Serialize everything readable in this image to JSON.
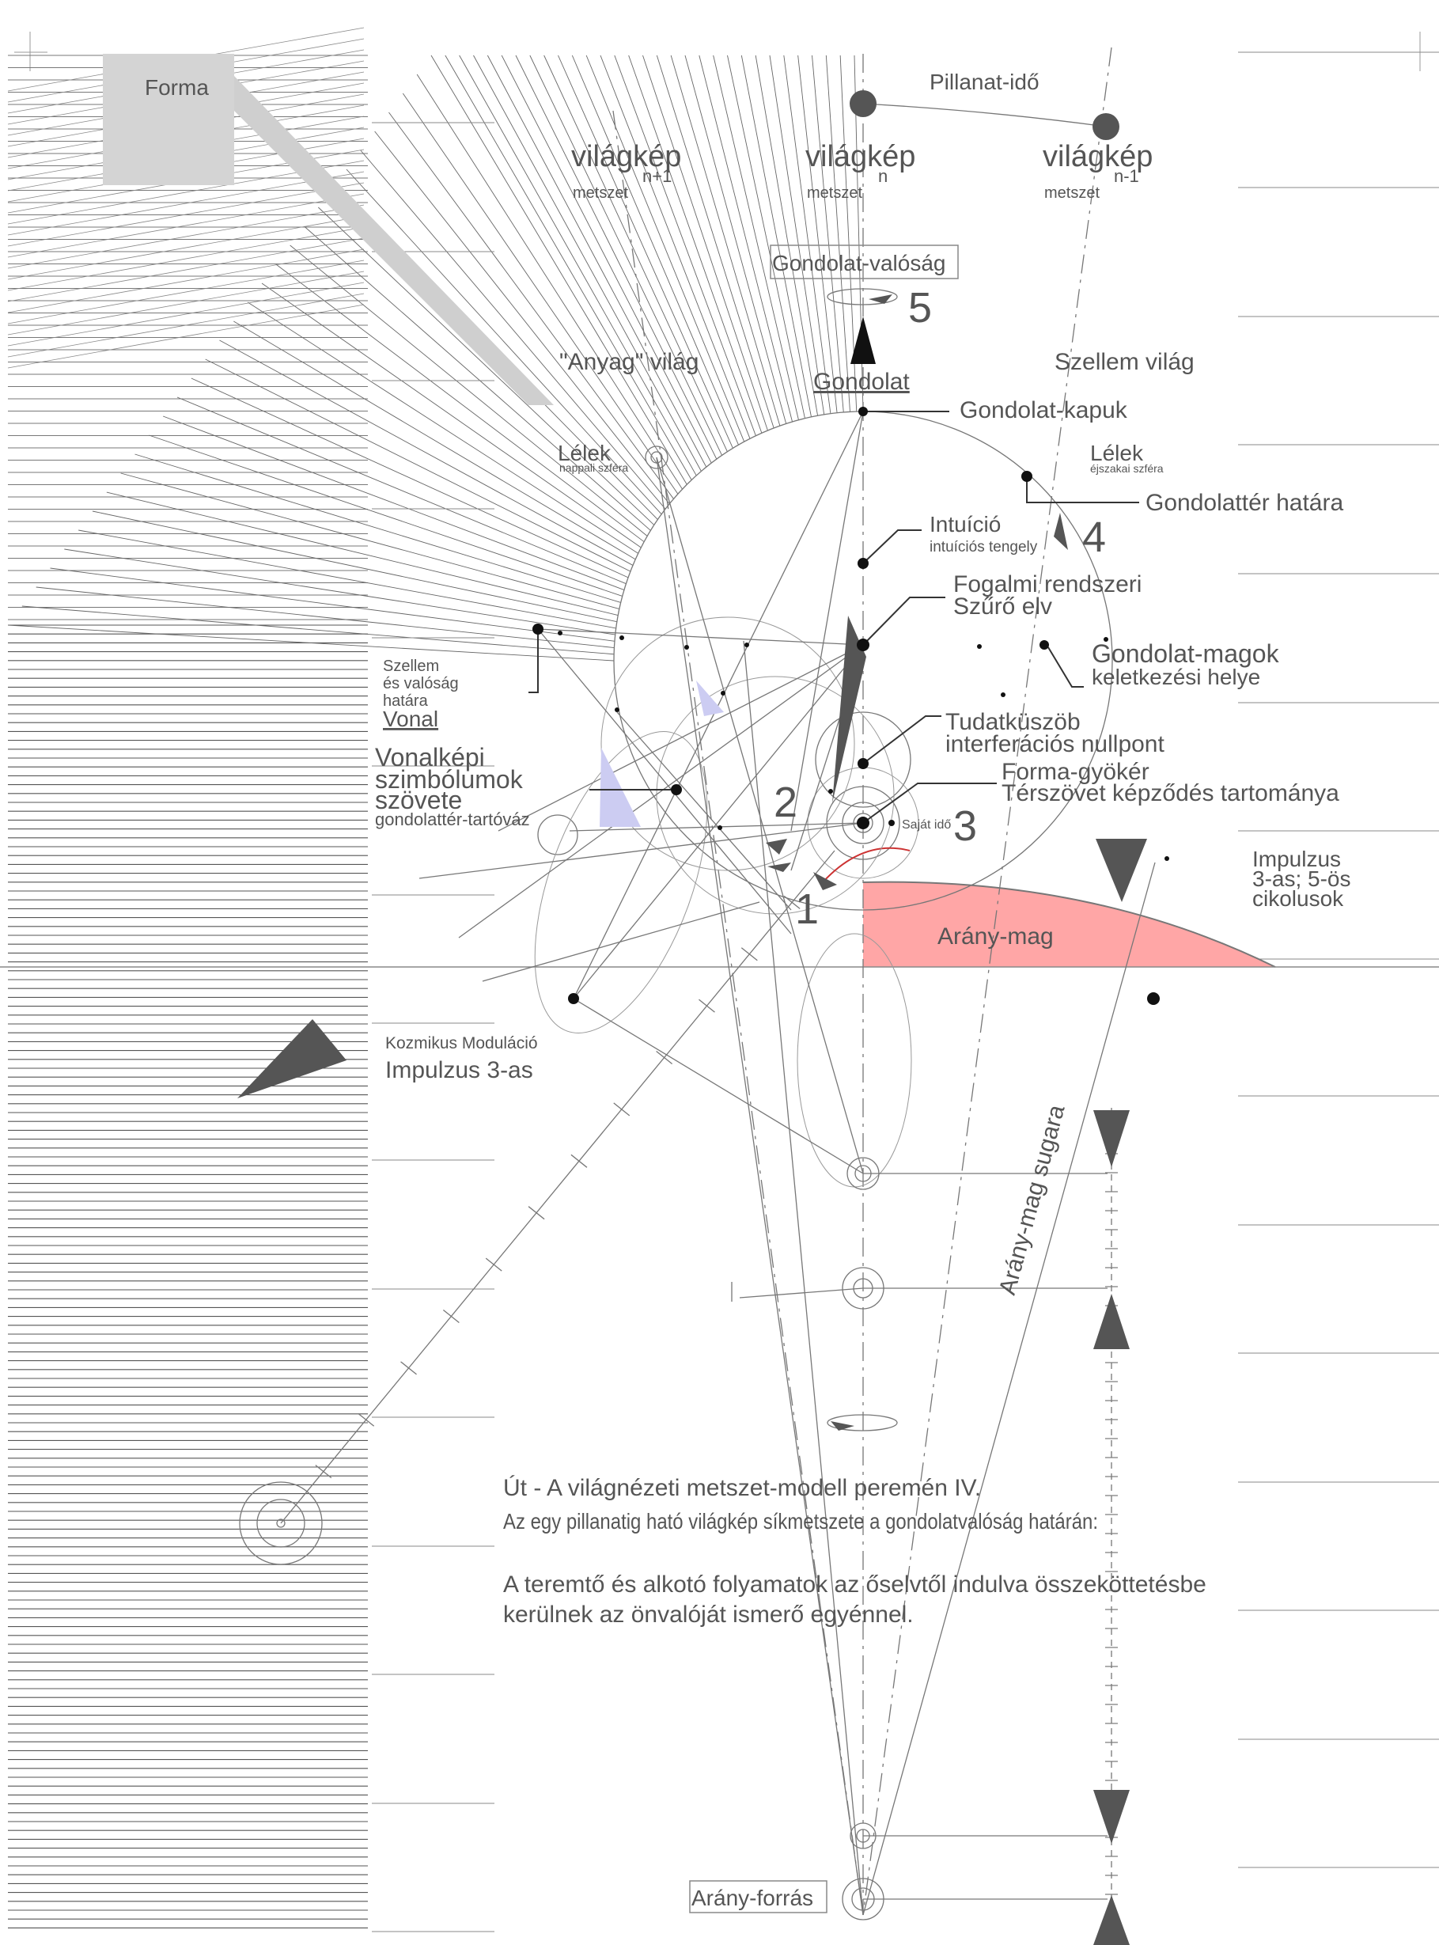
{
  "labels": {
    "forma": "Forma",
    "pillanat_ido": "Pillanat-idő",
    "vilagkep_a": "világkép",
    "sub_a": "n+1",
    "metszet_a": "metszet",
    "vilagkep_b": "világkép",
    "sub_b": "n",
    "metszet_b": "metszet",
    "vilagkep_c": "világkép",
    "sub_c": "n-1",
    "metszet_c": "metszet",
    "gondolat_valosag": "Gondolat-valóság",
    "num_5": "5",
    "anyag_vilag": "\"Anyag\" világ",
    "gondolat": "Gondolat",
    "szellem_vilag": "Szellem világ",
    "gondolat_kapuk": "Gondolat-kapuk",
    "lelek_left": "Lélek",
    "lelek_left_sub": "nappali szféra",
    "lelek_right": "Lélek",
    "lelek_right_sub": "éjszakai szféra",
    "gondolatter_hatara": "Gondolattér határa",
    "intuicio": "Intuíció",
    "intuicio_sub": "intuíciós tengely",
    "num_4": "4",
    "fogalmi_1": "Fogalmi rendszeri",
    "fogalmi_2": "Szűrő elv",
    "gondolat_magok_1": "Gondolat-magok",
    "gondolat_magok_2": "keletkezési helye",
    "szellem_1": "Szellem",
    "szellem_2": "és valóság",
    "szellem_3": "határa",
    "vonal": "Vonal",
    "tudatkuszob_1": "Tudatküszöb",
    "tudatkuszob_2": "interferációs nullpont",
    "vonalkepi_1": "Vonalképi",
    "vonalkepi_2": "szimbólumok",
    "vonalkepi_3": "szövete",
    "vonalkepi_4": "gondolattér-tartóváz",
    "forma_gyoker_1": "Forma-gyökér",
    "forma_gyoker_2": "Térszövet képződés tartománya",
    "num_2": "2",
    "num_3": "3",
    "sajat_ido": "Saját idő",
    "num_1": "1",
    "impulzus_1": "Impulzus",
    "impulzus_2": "3-as; 5-ös",
    "impulzus_3": "cikolusok",
    "arany_mag": "Arány-mag",
    "kozmikus": "Kozmikus Moduláció",
    "impulzus_3as": "Impulzus 3-as",
    "arany_mag_sugara": "Arány-mag sugara",
    "ut_title": "Út - A világnézeti metszet-modell peremén IV.",
    "ut_sub": "Az egy pillanatig ható világkép síkmetszete a gondolatvalóság határán:",
    "ut_p1": "A teremtő és alkotó folyamatok az őselvtől indulva összeköttetésbe",
    "ut_p2": "kerülnek az önvalóját ismerő egyénnel.",
    "arany_forras": "Arány-forrás"
  },
  "colors": {
    "arany_mag_fill": "#ffa6a6",
    "forma_fill": "#d4d4d4",
    "wedge_fill": "#ccccf2",
    "ink": "#555555",
    "arrow": "#555555"
  }
}
